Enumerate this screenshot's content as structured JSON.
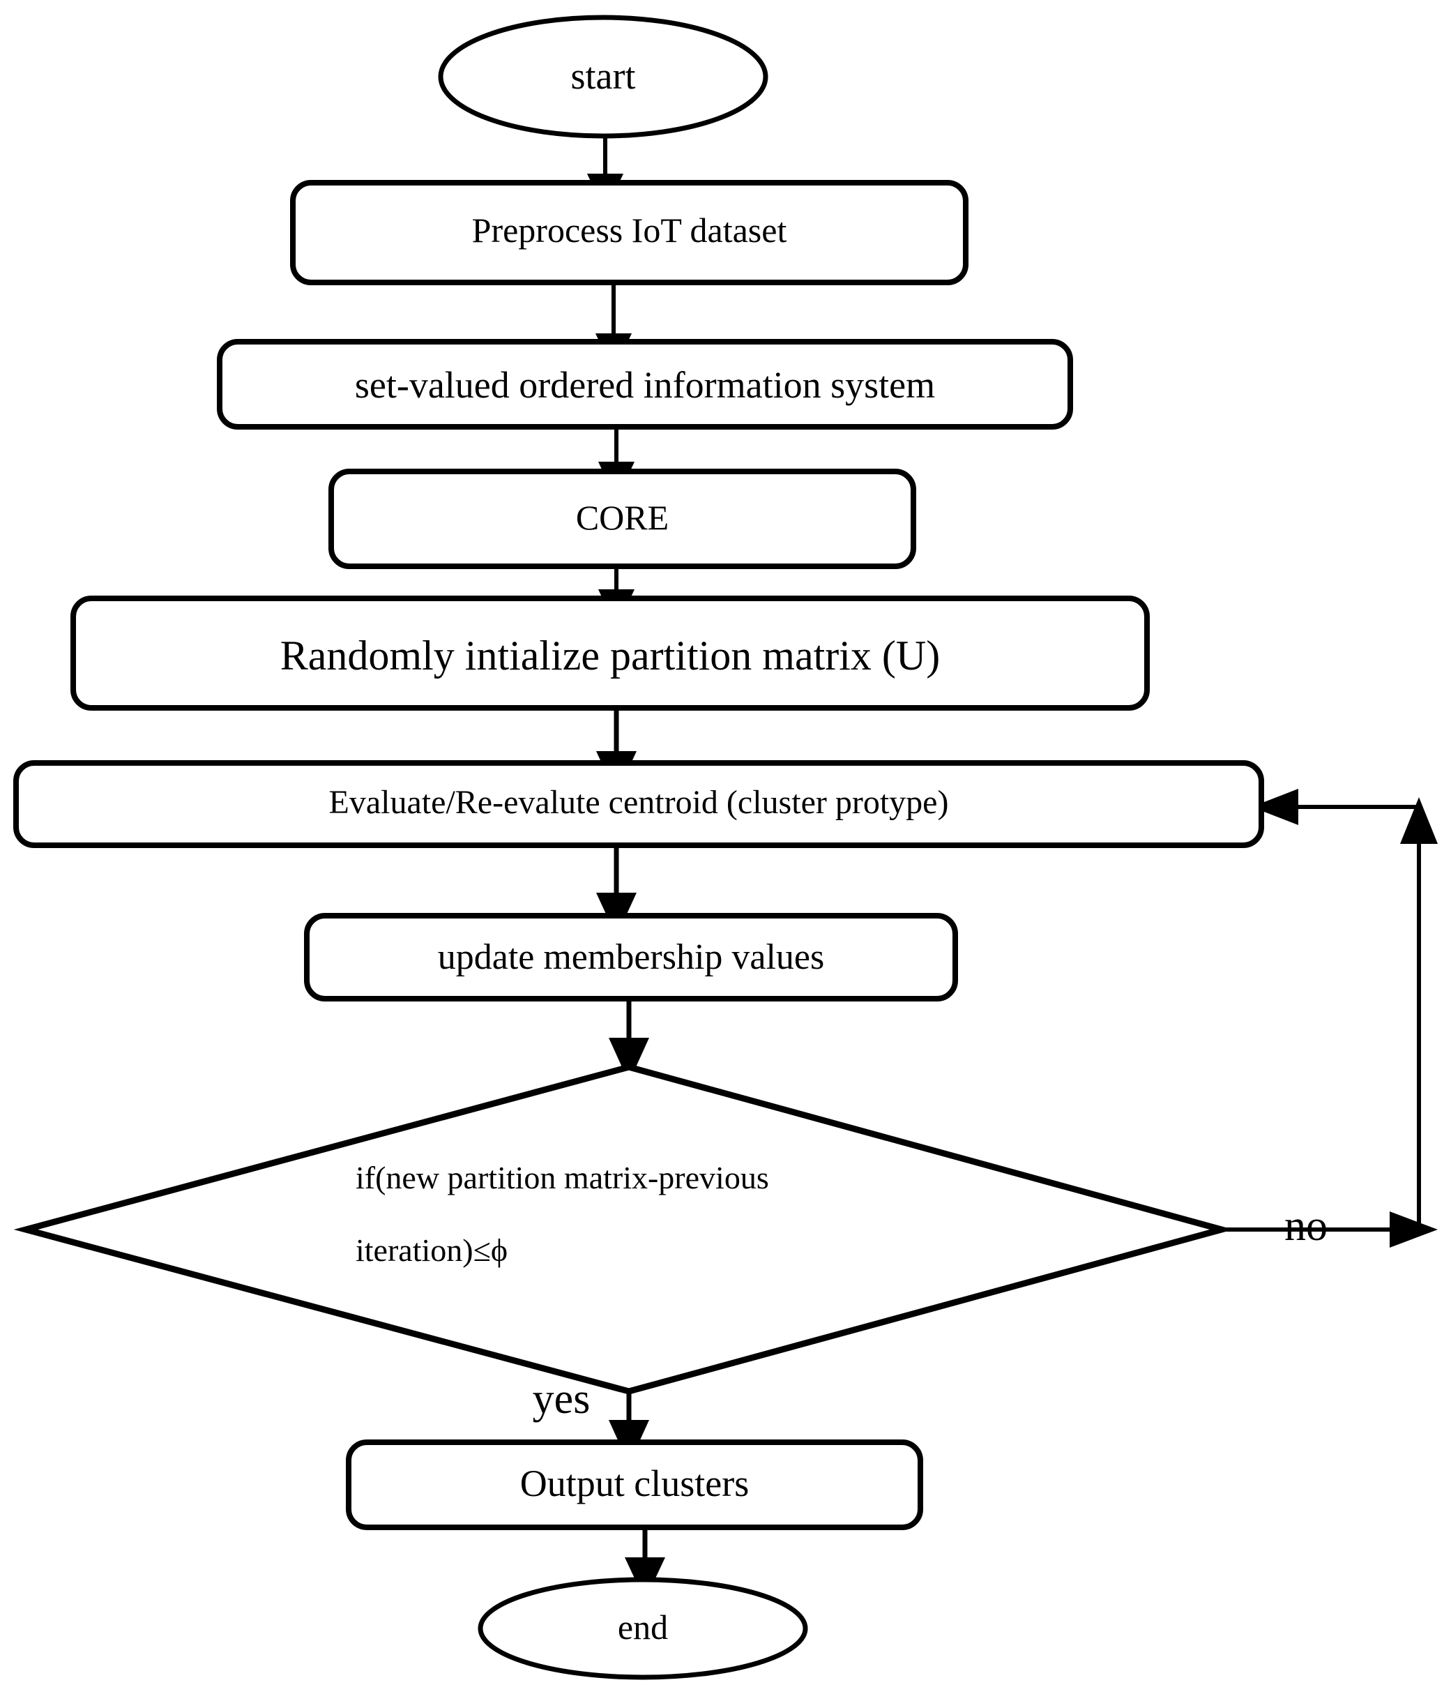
{
  "diagram": {
    "type": "flowchart",
    "title_text": "",
    "background_color": "#ffffff",
    "stroke_color": "#000000",
    "fill_color": "#ffffff",
    "nodes": [
      {
        "id": "start",
        "shape": "ellipse",
        "label": "start"
      },
      {
        "id": "preprocess",
        "shape": "rounded-rect",
        "label": "Preprocess IoT dataset"
      },
      {
        "id": "svois",
        "shape": "rounded-rect",
        "label": "set-valued ordered information system"
      },
      {
        "id": "core",
        "shape": "rounded-rect",
        "label": "CORE"
      },
      {
        "id": "init",
        "shape": "rounded-rect",
        "label": "Randomly intialize partition matrix (U)"
      },
      {
        "id": "centroid",
        "shape": "rounded-rect",
        "label": "Evaluate/Re-evalute centroid (cluster protype)"
      },
      {
        "id": "membership",
        "shape": "rounded-rect",
        "label": "update membership values"
      },
      {
        "id": "decision",
        "shape": "diamond",
        "label_line1": "if(new   partition   matrix-previous",
        "label_line2": "iteration)≤ϕ"
      },
      {
        "id": "output",
        "shape": "rounded-rect",
        "label": "Output clusters"
      },
      {
        "id": "end",
        "shape": "ellipse",
        "label": "end"
      }
    ],
    "edge_labels": {
      "yes": "yes",
      "no": "no"
    }
  }
}
